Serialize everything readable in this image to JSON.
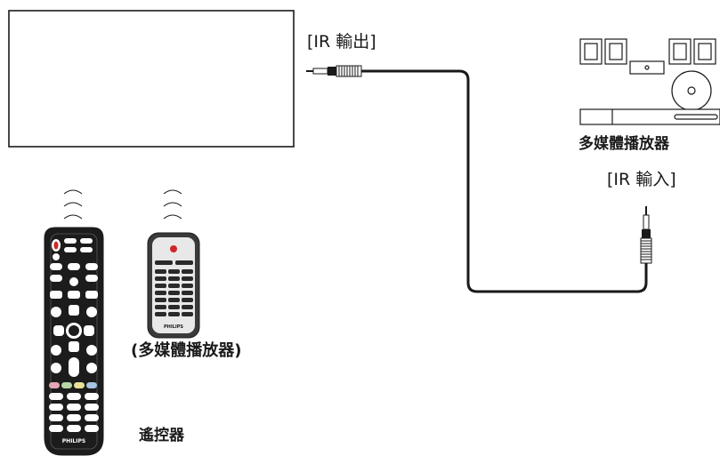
{
  "labels": {
    "ir_out": "[IR 輸出]",
    "media_player": "多媒體播放器",
    "ir_in": "[IR 輸入]",
    "media_player_paren": "(多媒體播放器)",
    "remote_control": "遙控器"
  },
  "remote_brand": "PHILIPS",
  "player_remote_brand": "PHILIPS",
  "colors": {
    "line": "#1a1a1a",
    "remote_body": "#1c1c1c",
    "player_remote_body": "#3a3a3a",
    "power_red": "#d0262a",
    "key_red": "#e3a6b5",
    "key_green": "#b6d7a3",
    "key_yellow": "#e9e199",
    "key_blue": "#a7c4e3"
  }
}
